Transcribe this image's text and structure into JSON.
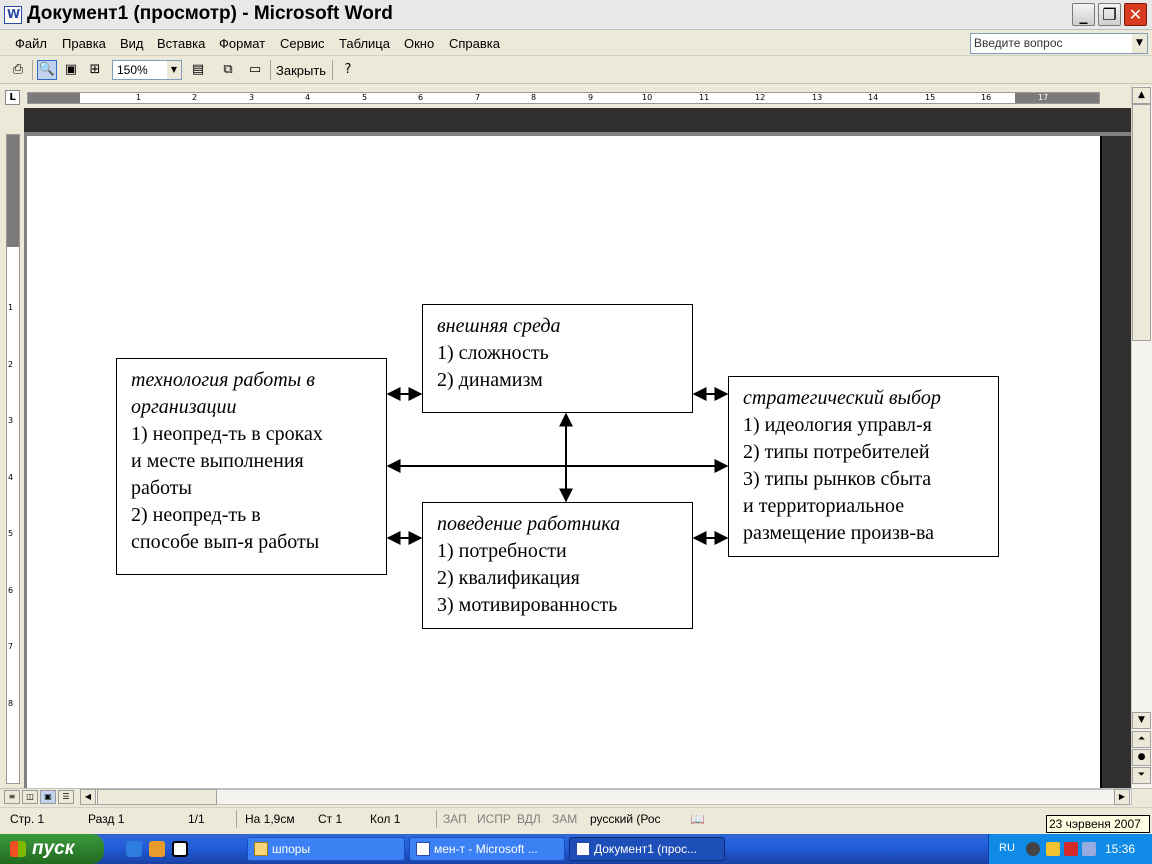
{
  "window": {
    "title": "Документ1 (просмотр) - Microsoft Word",
    "min_glyph": "_",
    "max_glyph": "❐",
    "close_glyph": "✕"
  },
  "menu": {
    "items": [
      "Файл",
      "Правка",
      "Вид",
      "Вставка",
      "Формат",
      "Сервис",
      "Таблица",
      "Окно",
      "Справка"
    ],
    "help_placeholder": "Введите вопрос"
  },
  "toolbar": {
    "zoom": "150%",
    "close_label": "Закрыть"
  },
  "ruler": {
    "h_numbers": [
      "1",
      "2",
      "3",
      "4",
      "5",
      "6",
      "7",
      "8",
      "9",
      "10",
      "11",
      "12",
      "13",
      "14",
      "15",
      "16",
      "17"
    ],
    "v_numbers": [
      "1",
      "2",
      "3",
      "4",
      "5",
      "6",
      "7",
      "8"
    ]
  },
  "diagram": {
    "left_box": {
      "head": [
        "технология работы в",
        "организации"
      ],
      "lines": [
        "1) неопред-ть в сроках",
        "и месте выполнения",
        "работы",
        "2) неопред-ть в",
        "способе вып-я работы"
      ]
    },
    "top_box": {
      "head": [
        "внешняя среда"
      ],
      "lines": [
        "1) сложность",
        "2) динамизм"
      ]
    },
    "bottom_box": {
      "head": [
        "поведение работника"
      ],
      "lines": [
        "1) потребности",
        "2) квалификация",
        "3) мотивированность"
      ]
    },
    "right_box": {
      "head": [
        "стратегический выбор"
      ],
      "lines": [
        "1) идеология управл-я",
        "2) типы потребителей",
        "3) типы рынков сбыта",
        "и территориальное",
        "размещение произв-ва"
      ]
    }
  },
  "status": {
    "page": "Стр. 1",
    "section": "Разд 1",
    "pages": "1/1",
    "at": "На 1,9см",
    "line": "Ст 1",
    "col": "Кол 1",
    "rec": "ЗАП",
    "trk": "ИСПР",
    "ext": "ВДЛ",
    "ovr": "ЗАМ",
    "lang": "русский (Рос"
  },
  "taskbar": {
    "start": "пуск",
    "tasks": [
      "шпоры",
      "мен-т - Microsoft ...",
      "Документ1 (прос..."
    ],
    "lang": "RU",
    "clock": "15:36",
    "tooltip": "23 чэрвеня 2007"
  }
}
